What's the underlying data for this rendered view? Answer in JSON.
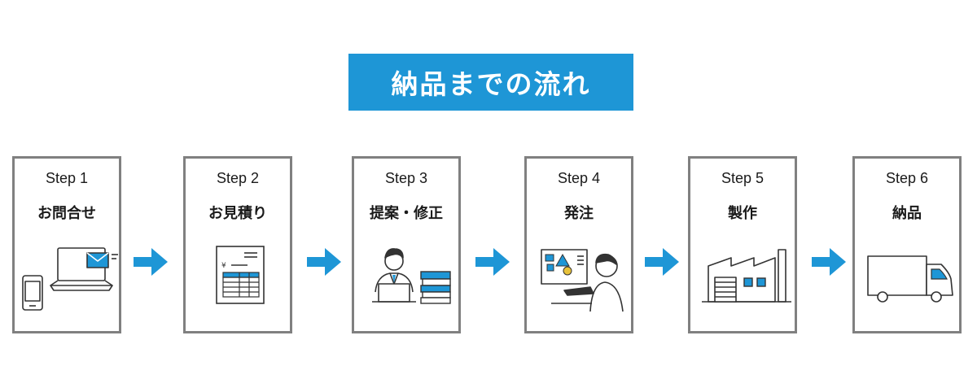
{
  "title": "納品までの流れ",
  "colors": {
    "accent": "#1e96d6",
    "border": "#808080",
    "icon_blue": "#1e96d6"
  },
  "steps": [
    {
      "label": "Step 1",
      "name": "お問合せ",
      "icon": "laptop-phone-mail-icon"
    },
    {
      "label": "Step 2",
      "name": "お見積り",
      "icon": "estimate-document-icon"
    },
    {
      "label": "Step 3",
      "name": "提案・修正",
      "icon": "presenter-laptop-icon"
    },
    {
      "label": "Step 4",
      "name": "発注",
      "icon": "order-presentation-icon"
    },
    {
      "label": "Step 5",
      "name": "製作",
      "icon": "factory-icon"
    },
    {
      "label": "Step 6",
      "name": "納品",
      "icon": "delivery-truck-icon"
    }
  ],
  "arrow_icon": "right-arrow-icon"
}
